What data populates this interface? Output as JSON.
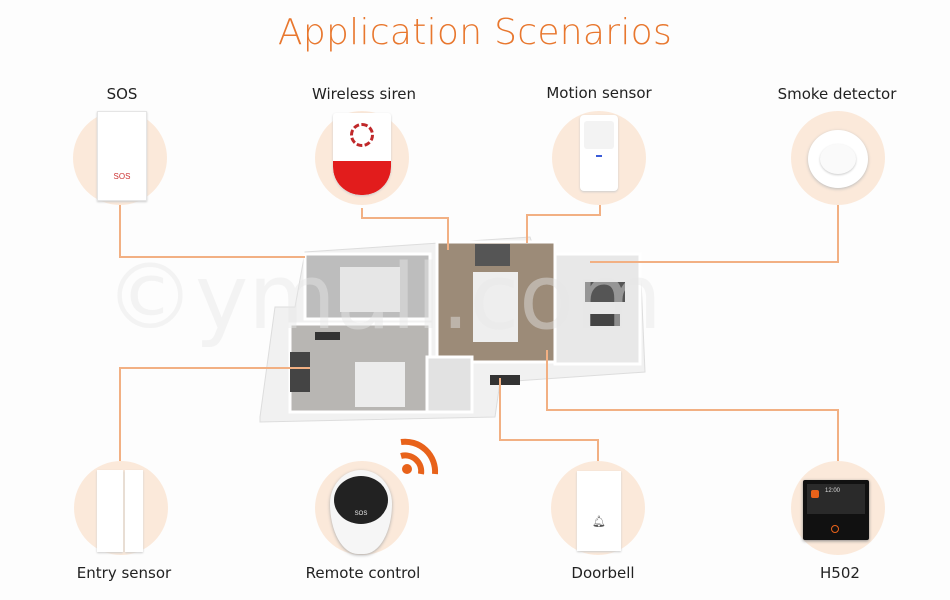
{
  "title": "Application Scenarios",
  "watermark": "©ymall.com",
  "accent": "#e8772e",
  "devices": [
    {
      "label": "SOS",
      "badge": "SOS"
    },
    {
      "label": "Wireless siren"
    },
    {
      "label": "Motion sensor"
    },
    {
      "label": "Smoke detector"
    },
    {
      "label": "Entry sensor"
    },
    {
      "label": "Remote control",
      "badge": "SOS"
    },
    {
      "label": "Doorbell"
    },
    {
      "label": "H502",
      "screen_time": "12:00"
    }
  ]
}
